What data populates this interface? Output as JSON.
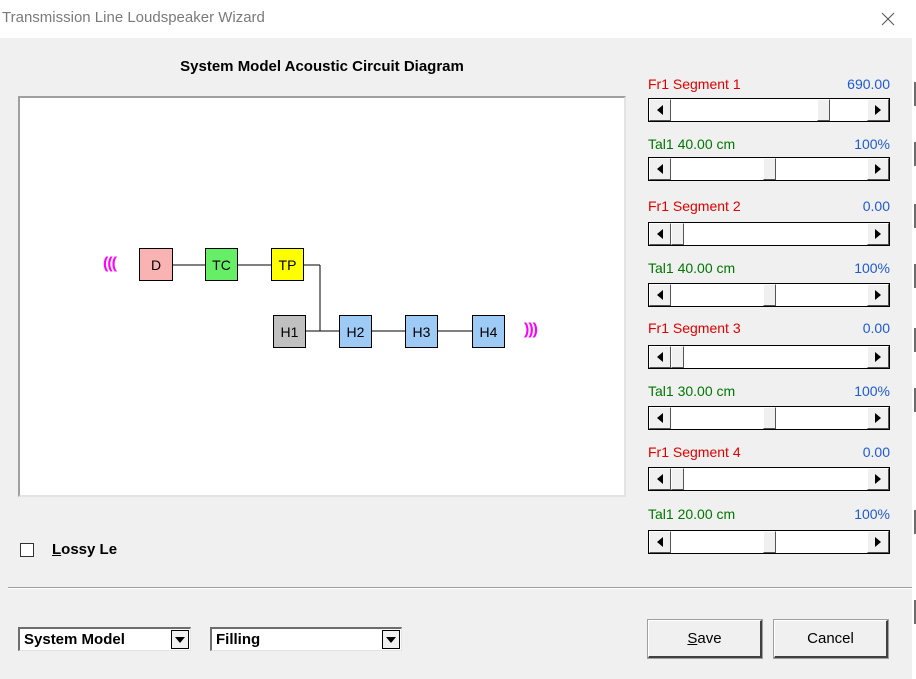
{
  "window": {
    "title": "Transmission Line Loudspeaker Wizard",
    "close_icon": "close-icon"
  },
  "diagram": {
    "title": "System Model Acoustic Circuit Diagram",
    "input_waves": "(((",
    "output_waves": ")))",
    "nodes": [
      {
        "id": "D",
        "label": "D",
        "color": "#f9b3b3"
      },
      {
        "id": "TC",
        "label": "TC",
        "color": "#66ee66"
      },
      {
        "id": "TP",
        "label": "TP",
        "color": "#ffff00"
      },
      {
        "id": "H1",
        "label": "H1",
        "color": "#c0c0c0"
      },
      {
        "id": "H2",
        "label": "H2",
        "color": "#9ecbf5"
      },
      {
        "id": "H3",
        "label": "H3",
        "color": "#9ecbf5"
      },
      {
        "id": "H4",
        "label": "H4",
        "color": "#9ecbf5"
      }
    ],
    "wave_color": "#ff00ff"
  },
  "lossy": {
    "label_underlined": "L",
    "label_rest": "ossy Le",
    "checked": false
  },
  "segments": [
    {
      "fr_left": "Fr1  Segment 1",
      "fr_value": "690.00",
      "fr_fraction": 0.8,
      "tal_left": "Tal1  40.00 cm",
      "tal_value": "100%",
      "tal_fraction": 0.5
    },
    {
      "fr_left": "Fr1  Segment 2",
      "fr_value": "0.00",
      "fr_fraction": 0.0,
      "tal_left": "Tal1  40.00 cm",
      "tal_value": "100%",
      "tal_fraction": 0.5
    },
    {
      "fr_left": "Fr1  Segment 3",
      "fr_value": "0.00",
      "fr_fraction": 0.0,
      "tal_left": "Tal1  30.00 cm",
      "tal_value": "100%",
      "tal_fraction": 0.5
    },
    {
      "fr_left": "Fr1  Segment 4",
      "fr_value": "0.00",
      "fr_fraction": 0.0,
      "tal_left": "Tal1  20.00 cm",
      "tal_value": "100%",
      "tal_fraction": 0.5
    }
  ],
  "controls": {
    "model_select": "System Model",
    "filling_select": "Filling",
    "save_underlined": "S",
    "save_rest": "ave",
    "cancel_label": "Cancel"
  }
}
